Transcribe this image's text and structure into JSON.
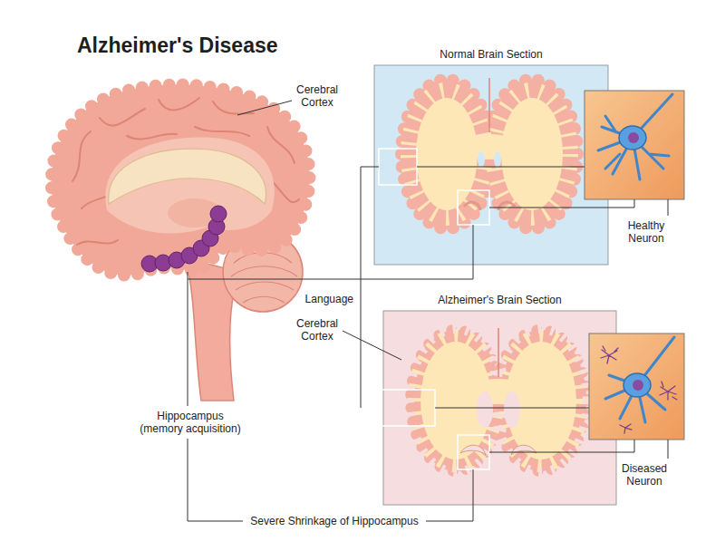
{
  "diagram": {
    "title": "Alzheimer's Disease",
    "nodes": [
      {
        "text": [
          "Normal Brain Section"
        ]
      },
      {
        "text": [
          "Alzheimer's Brain Section"
        ]
      }
    ],
    "labels": [
      "Cerebral Cortex",
      "Healthy Neuron",
      "Language",
      "Cerebral Cortex",
      "Hippocampus (memory acquisition)",
      "Diseased Neuron",
      "Severe Shrinkage of Hippocampus"
    ]
  }
}
